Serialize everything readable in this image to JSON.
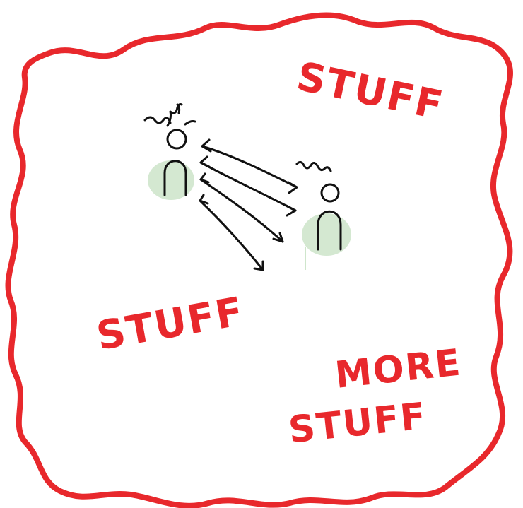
{
  "labels": {
    "top_right": "STUFF",
    "left": "STUFF",
    "bottom_right_line1": "MORE",
    "bottom_right_line2": "STUFF"
  },
  "colors": {
    "boundary": "#e8282c",
    "ink": "#111111",
    "shadow": "#cfe6cc",
    "text": "#e8282c"
  }
}
